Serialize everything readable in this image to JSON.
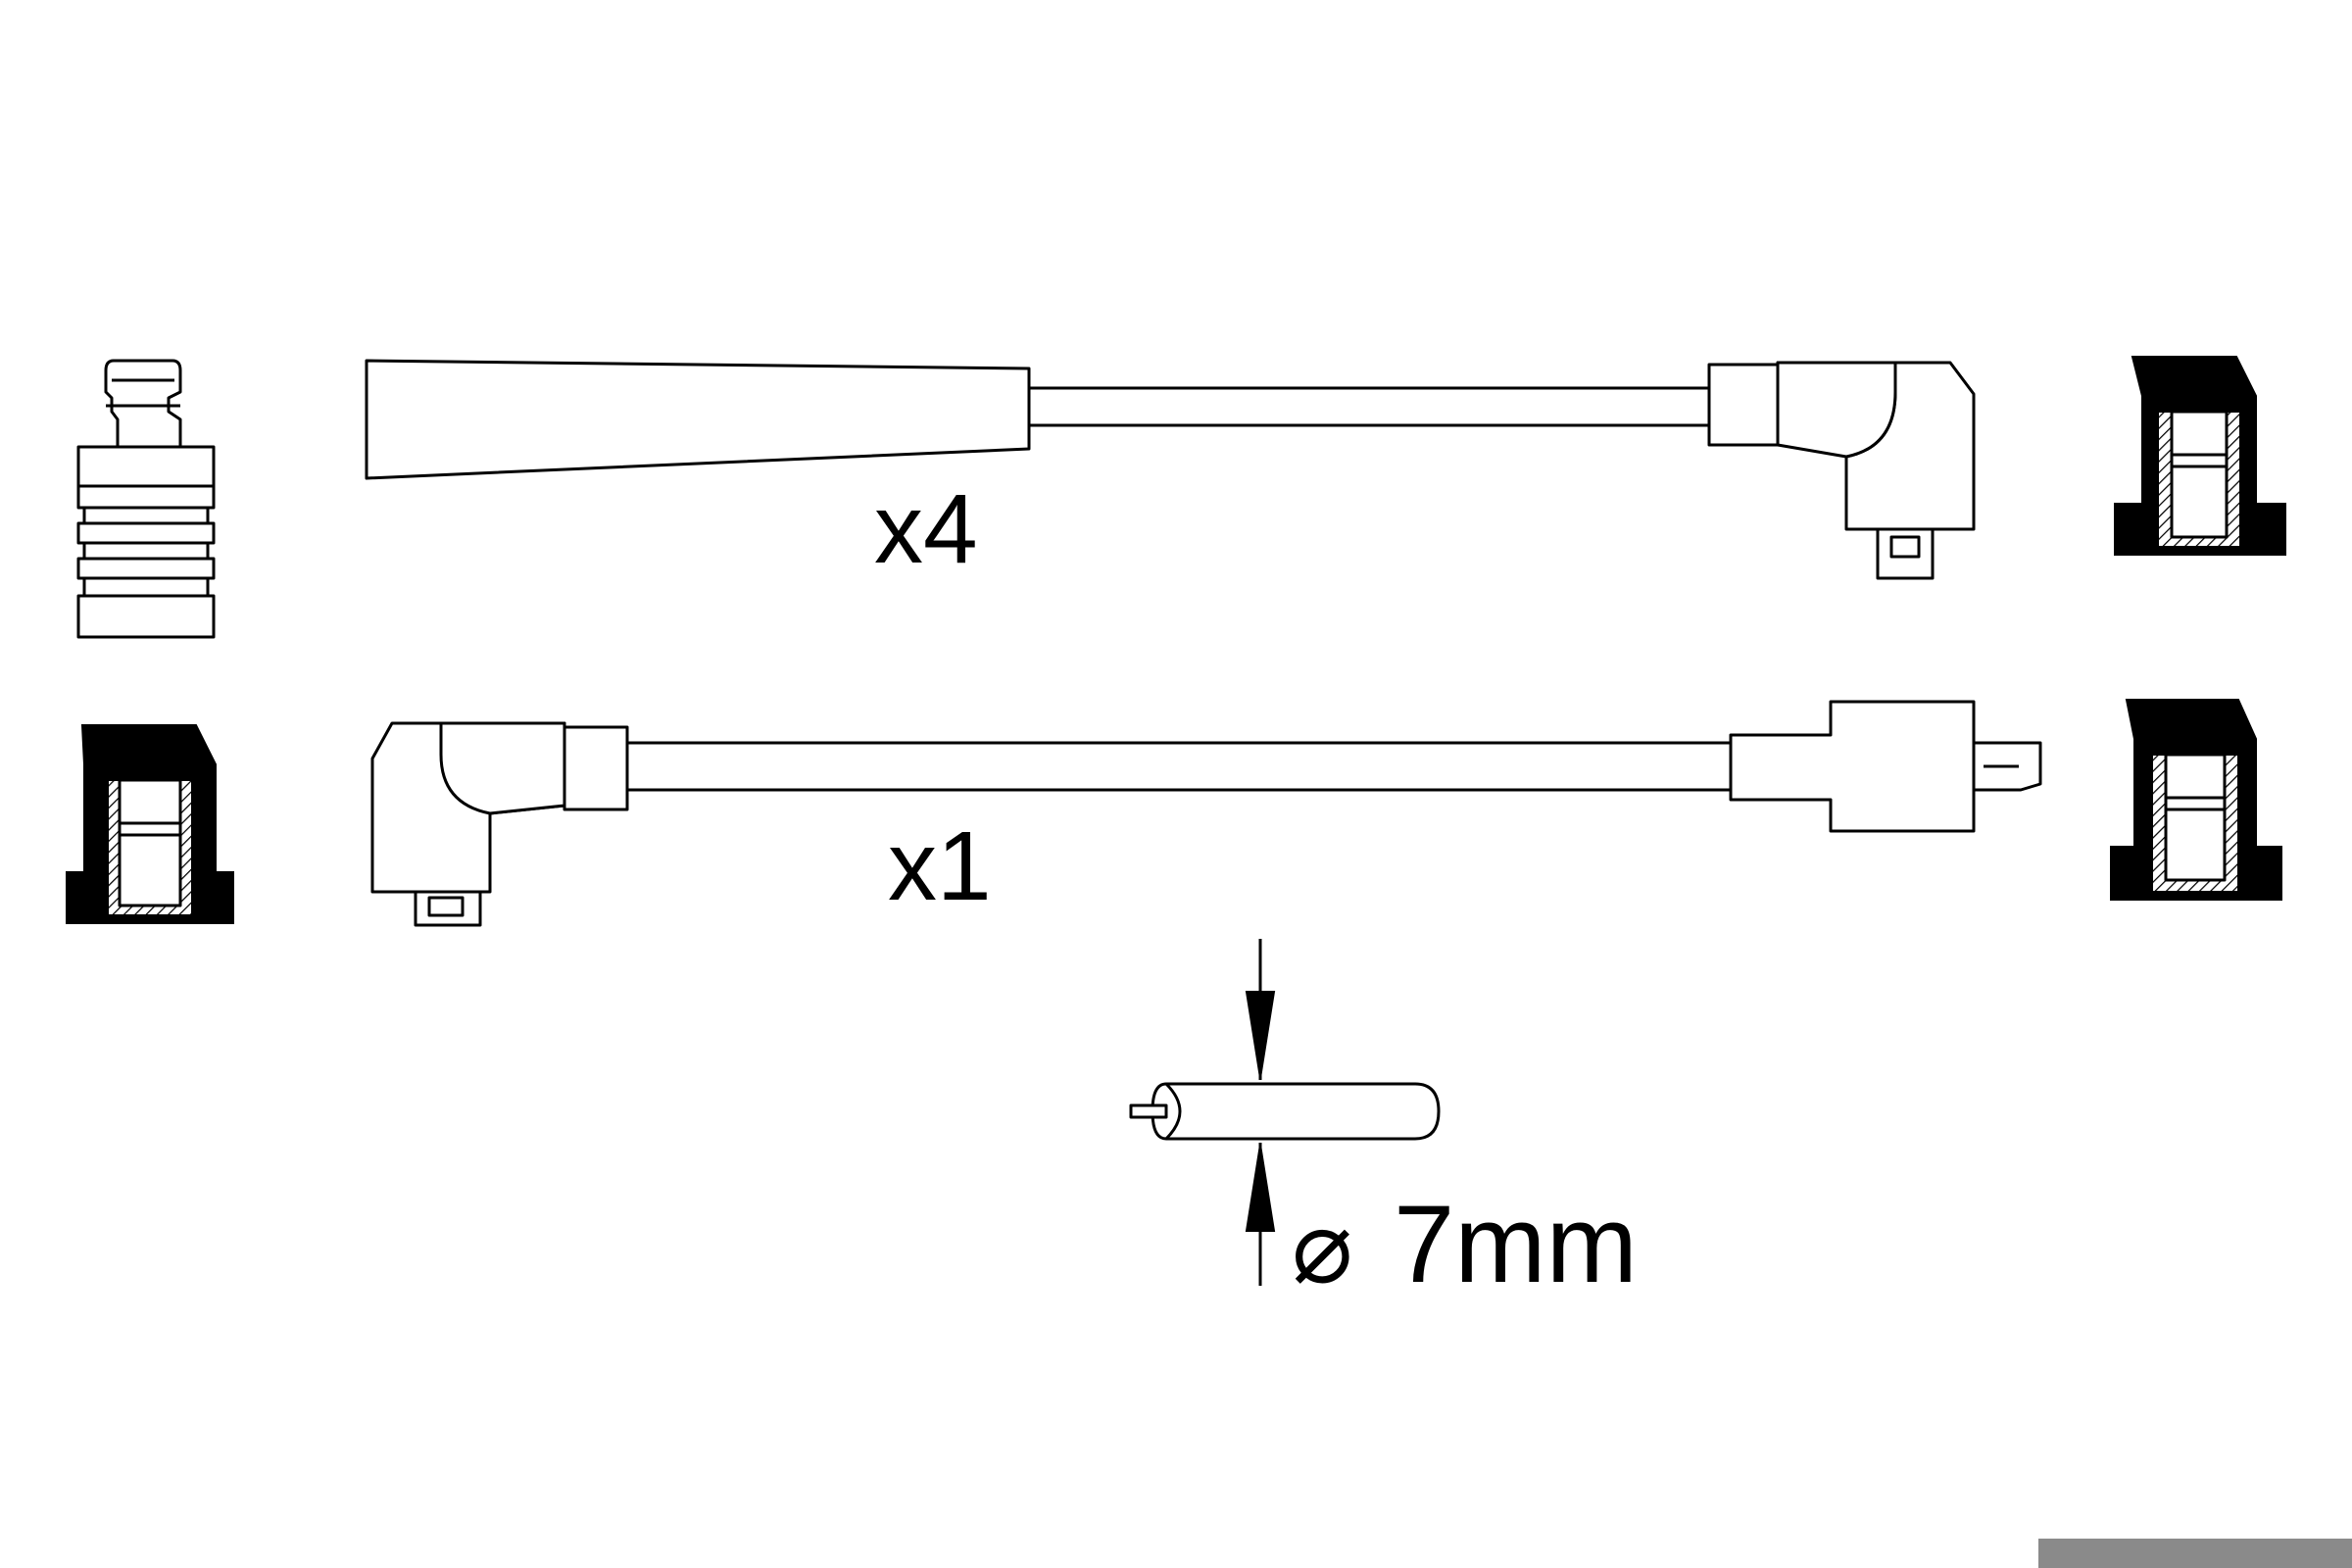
{
  "labels": {
    "quantity_top": "x4",
    "quantity_bottom": "x1",
    "diameter_symbol": "⌀",
    "diameter_value": "7mm"
  },
  "colors": {
    "line": "#000000",
    "background": "#ffffff",
    "corner_bar": "#8a8a8a"
  }
}
